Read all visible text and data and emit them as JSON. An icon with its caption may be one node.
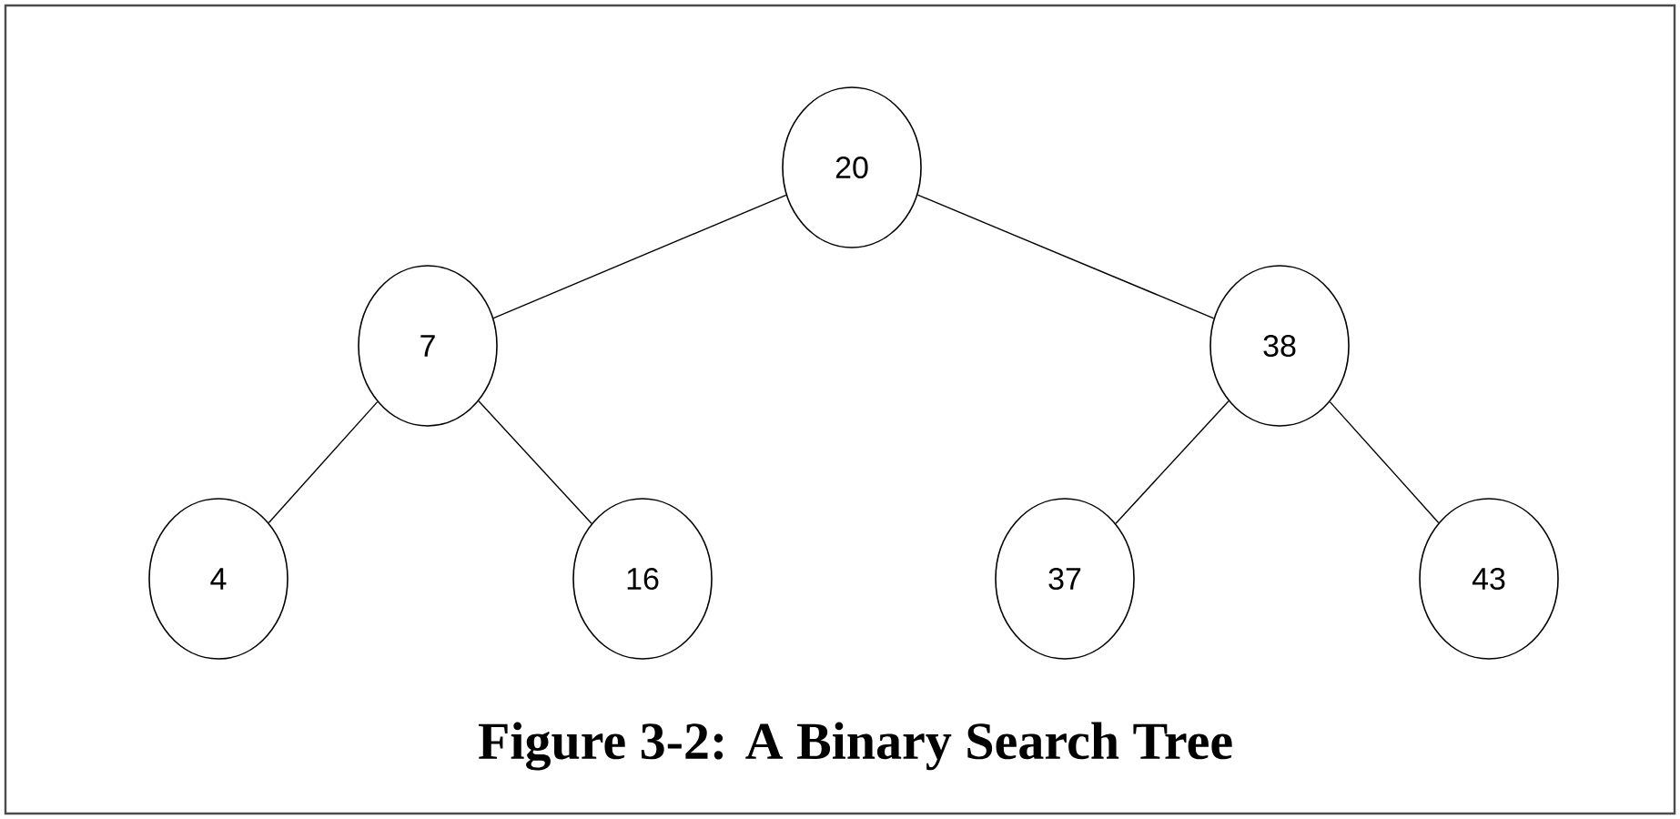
{
  "diagram": {
    "caption": "Figure 3-2: A Binary Search Tree",
    "nodes": [
      {
        "text": [
          "20"
        ]
      },
      {
        "text": [
          "7"
        ]
      },
      {
        "text": [
          "38"
        ]
      },
      {
        "text": [
          "4"
        ]
      },
      {
        "text": [
          "16"
        ]
      },
      {
        "text": [
          "37"
        ]
      },
      {
        "text": [
          "43"
        ]
      }
    ],
    "edges": [
      {
        "from": 0,
        "to": 1,
        "arrow": "none"
      },
      {
        "from": 0,
        "to": 2,
        "arrow": "none"
      },
      {
        "from": 1,
        "to": 3,
        "arrow": "none"
      },
      {
        "from": 1,
        "to": 4,
        "arrow": "none"
      },
      {
        "from": 2,
        "to": 5,
        "arrow": "none"
      },
      {
        "from": 2,
        "to": 6,
        "arrow": "none"
      }
    ]
  }
}
